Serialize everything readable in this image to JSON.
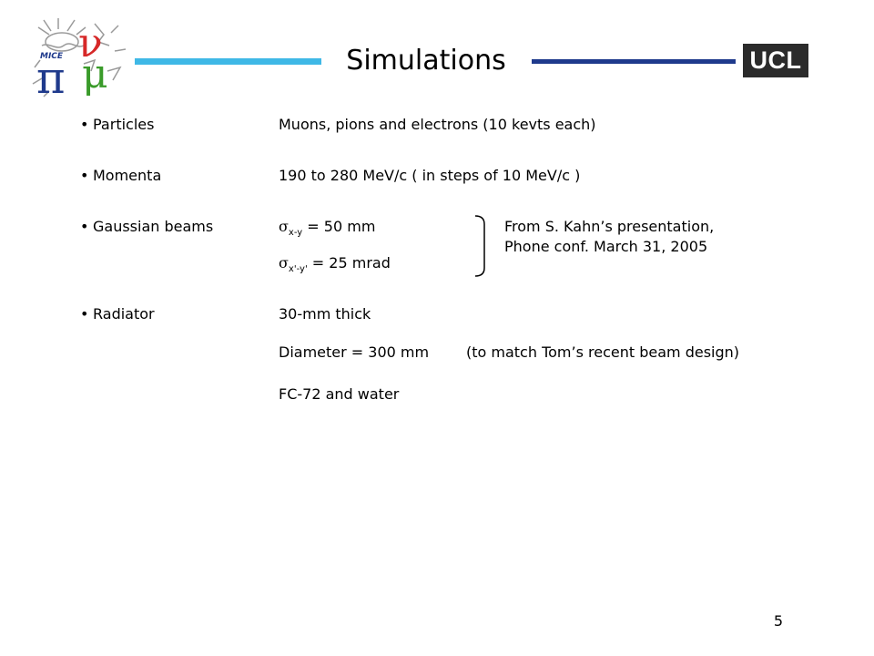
{
  "header": {
    "title": "Simulations",
    "ucl_logo_text": "UCL",
    "mice_logo_text": "MICE"
  },
  "items": [
    {
      "bullet": "•",
      "label": "Particles",
      "value": "Muons, pions and electrons (10 kevts each)"
    },
    {
      "bullet": "•",
      "label": "Momenta",
      "value": "190 to 280 MeV/c ( in steps of 10 MeV/c )"
    },
    {
      "bullet": "•",
      "label": "Gaussian beams",
      "sigma_symbol": "σ",
      "sigma_xy_sub": "x-y",
      "sigma_xy_value": " = 50 mm",
      "sigma_xpyp_sub": "x'-y'",
      "sigma_xpyp_value": " = 25 mrad",
      "note_line1": "From S. Kahn’s presentation,",
      "note_line2": "Phone conf. March 31, 2005"
    },
    {
      "bullet": "•",
      "label": "Radiator",
      "line1": "30-mm thick",
      "line2": "Diameter = 300 mm",
      "line2_note": "(to match Tom’s recent beam design)",
      "line3": "FC-72 and water"
    }
  ],
  "footer": {
    "page_number": "5"
  },
  "colors": {
    "title_line_left": "#3fb8e6",
    "title_line_right": "#1f3a8c",
    "ucl_logo_bg": "#2b2b2b",
    "logo_pi": "#1f3a8c",
    "logo_nu": "#d62828",
    "logo_mu": "#3a9b2a"
  },
  "icons": {
    "mice_logo": "mice-logo-icon",
    "bracket": "right-bracket-icon"
  }
}
